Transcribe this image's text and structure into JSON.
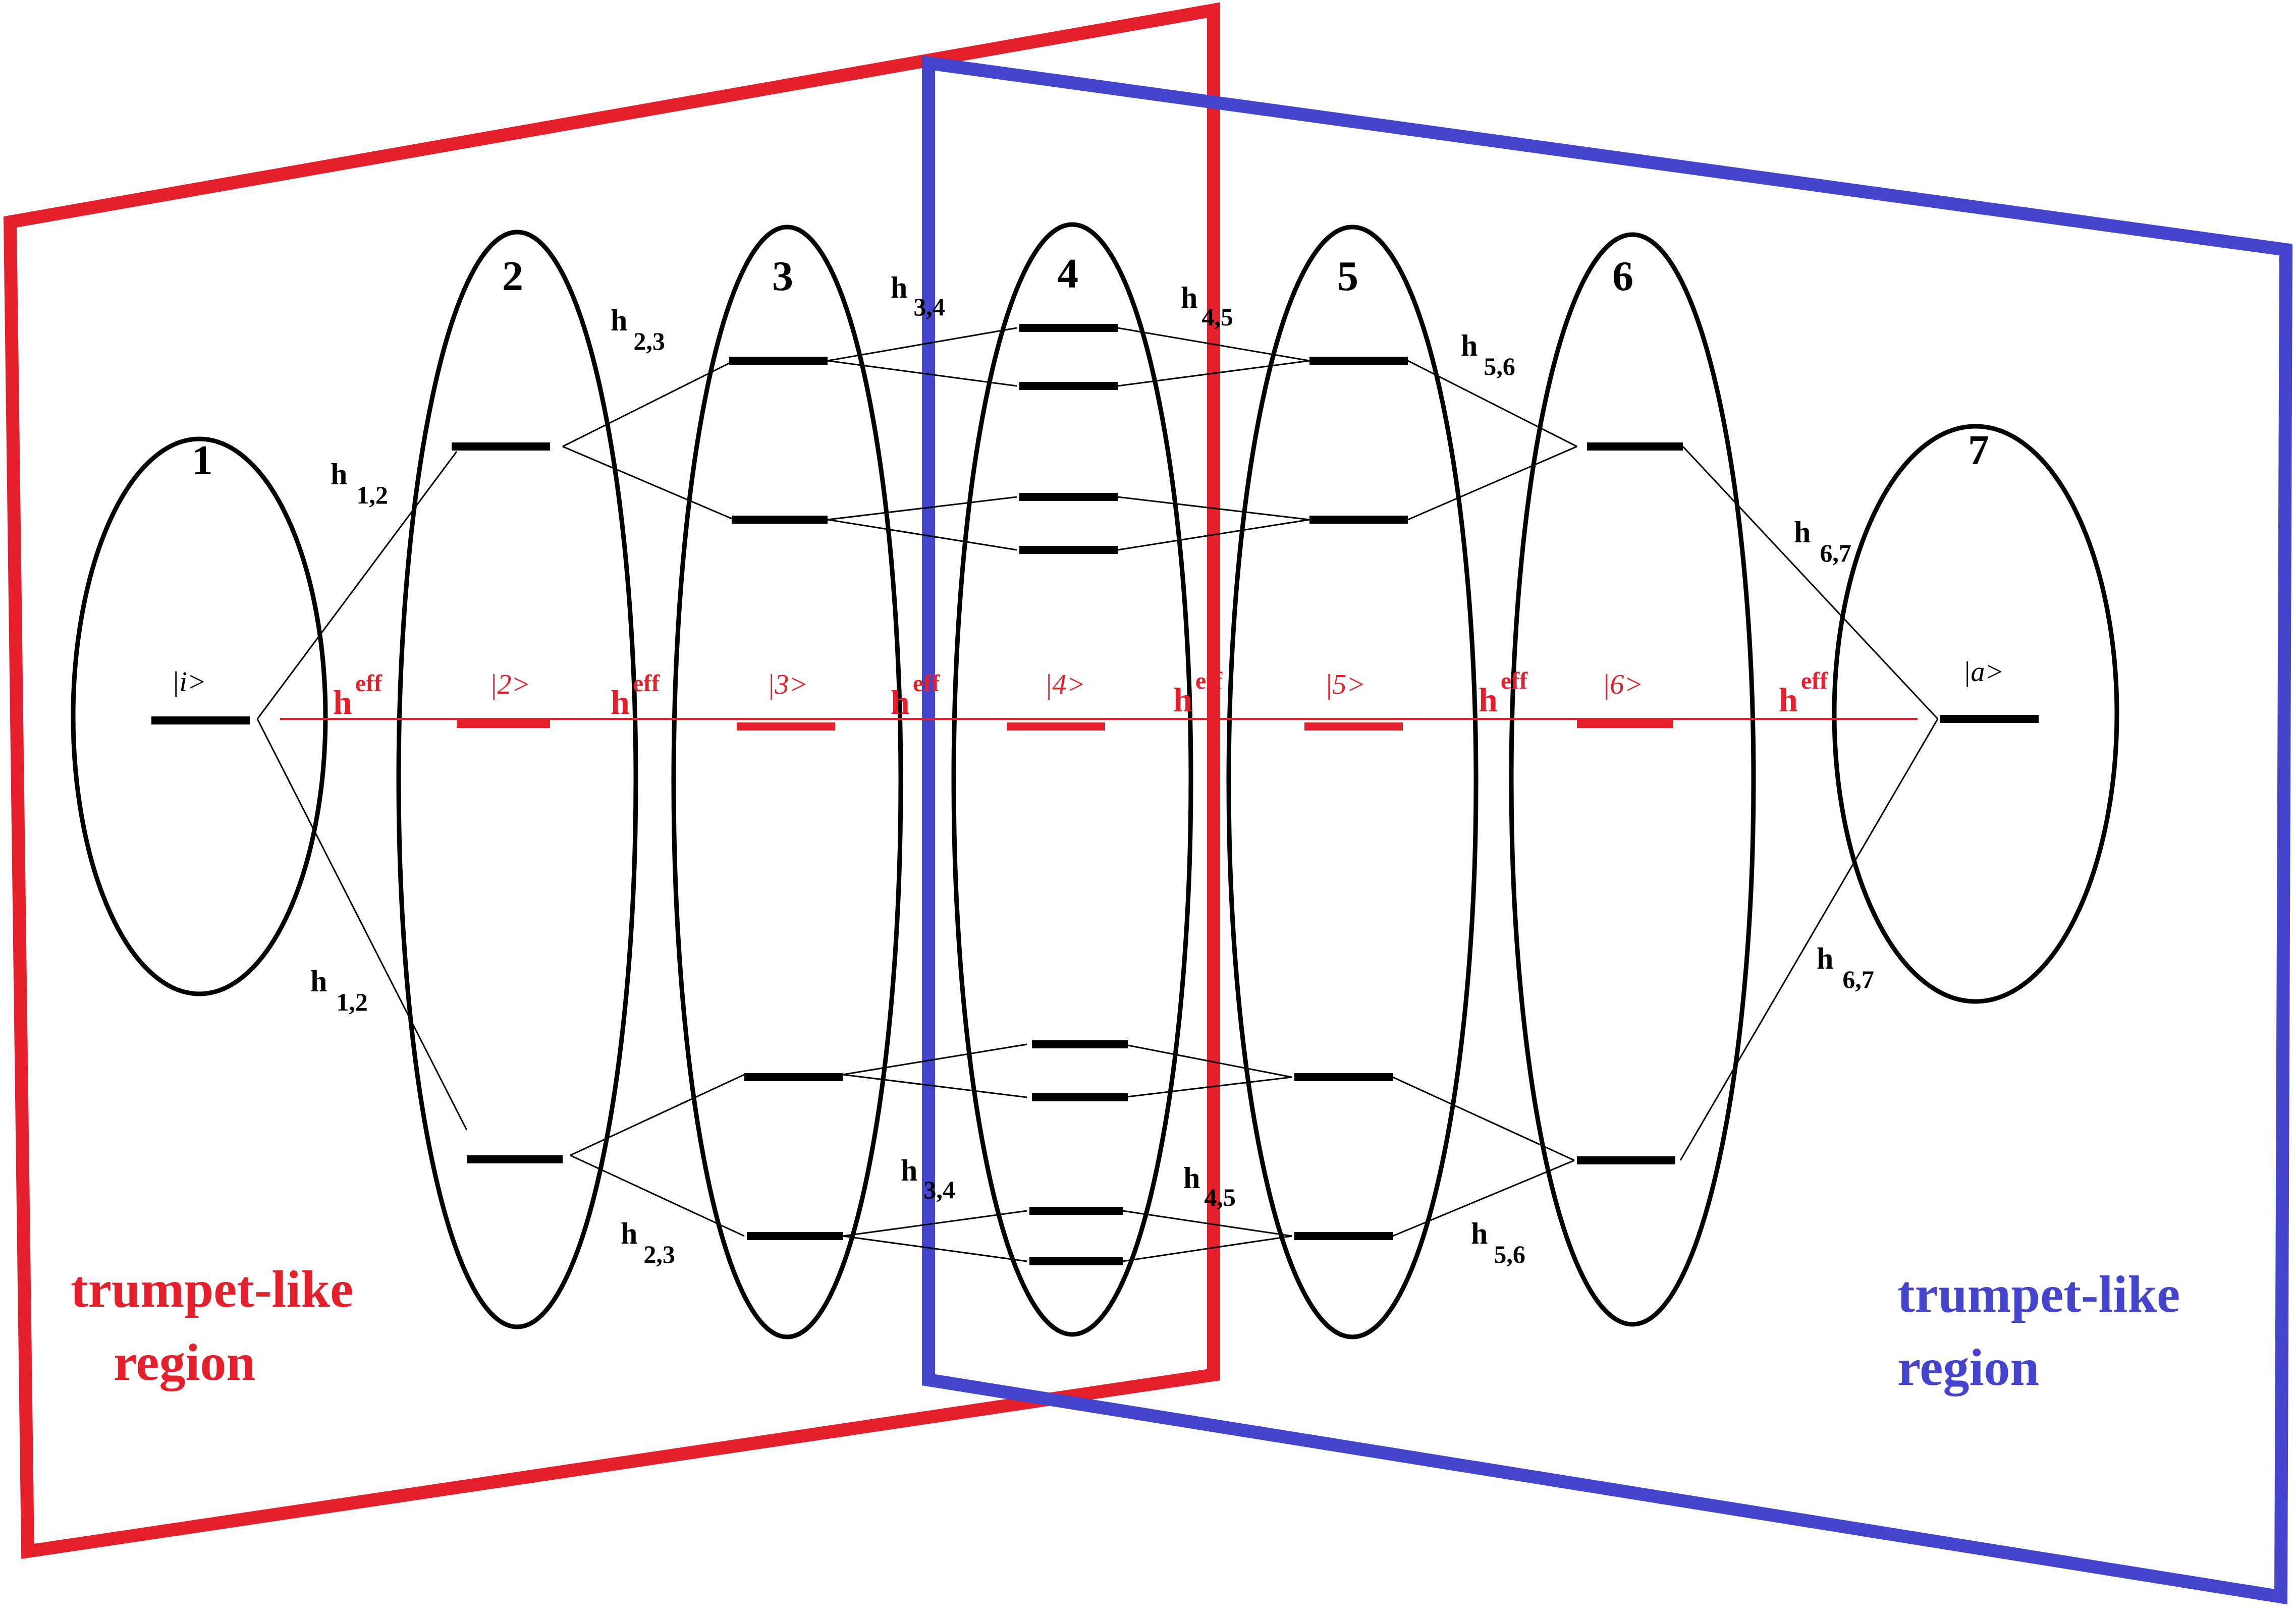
{
  "diagram": {
    "site_numbers": [
      "1",
      "2",
      "3",
      "4",
      "5",
      "6",
      "7"
    ],
    "coupling_labels": {
      "h12": {
        "base": "h",
        "sub": "1,2"
      },
      "h23": {
        "base": "h",
        "sub": "2,3"
      },
      "h34": {
        "base": "h",
        "sub": "3,4"
      },
      "h45": {
        "base": "h",
        "sub": "4,5"
      },
      "h56": {
        "base": "h",
        "sub": "5,6"
      },
      "h67": {
        "base": "h",
        "sub": "6,7"
      }
    },
    "effective_coupling": {
      "base": "h",
      "sup": "eff"
    },
    "states": [
      "|i>",
      "|2>",
      "|3>",
      "|4>",
      "|5>",
      "|6>",
      "|a>"
    ],
    "region_left": {
      "line1": "trumpet-like",
      "line2": "region"
    },
    "region_right": {
      "line1": "trumpet-like",
      "line2": "region"
    },
    "colors": {
      "red": "#e3202b",
      "blue": "#4444cc",
      "black": "#000000"
    }
  }
}
